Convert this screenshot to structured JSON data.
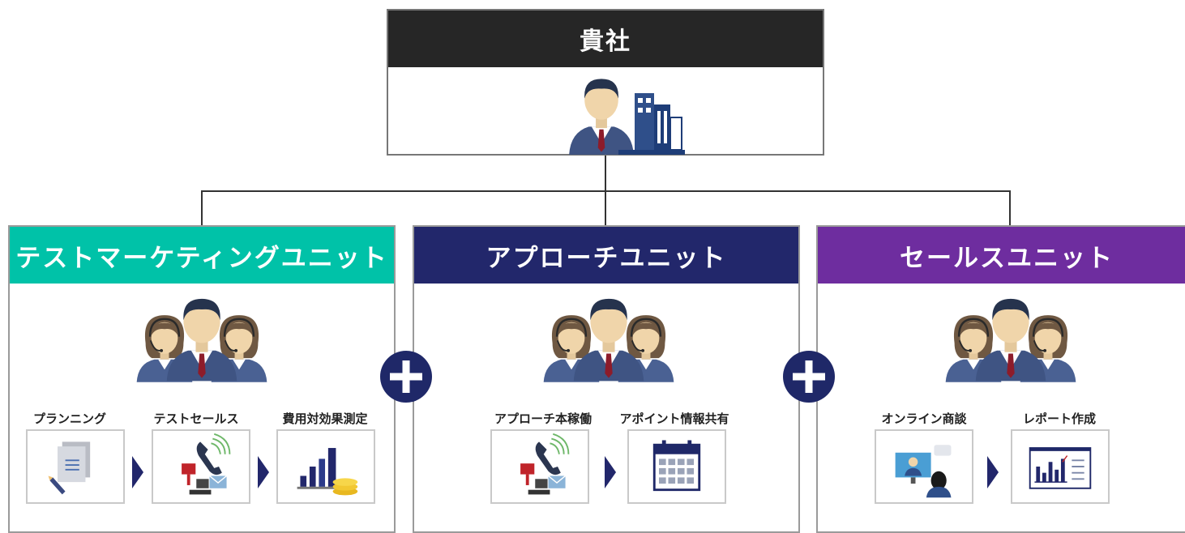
{
  "company": {
    "title": "貴社",
    "header_color": "#262626"
  },
  "units": [
    {
      "title": "テストマーケティングユニット",
      "color": "#00c2a8",
      "steps": [
        {
          "label": "プランニング",
          "icon": "document-pen-icon"
        },
        {
          "label": "テストセールス",
          "icon": "phone-mail-icon"
        },
        {
          "label": "費用対効果測定",
          "icon": "bar-chart-coins-icon"
        }
      ]
    },
    {
      "title": "アプローチユニット",
      "color": "#22276b",
      "steps": [
        {
          "label": "アプローチ本稼働",
          "icon": "phone-mail-icon"
        },
        {
          "label": "アポイント情報共有",
          "icon": "calendar-icon"
        }
      ]
    },
    {
      "title": "セールスユニット",
      "color": "#6e2d9f",
      "steps": [
        {
          "label": "オンライン商談",
          "icon": "video-meeting-icon"
        },
        {
          "label": "レポート作成",
          "icon": "report-chart-icon"
        }
      ]
    }
  ],
  "plus_color": "#1f2868",
  "arrow_color": "#22276b"
}
